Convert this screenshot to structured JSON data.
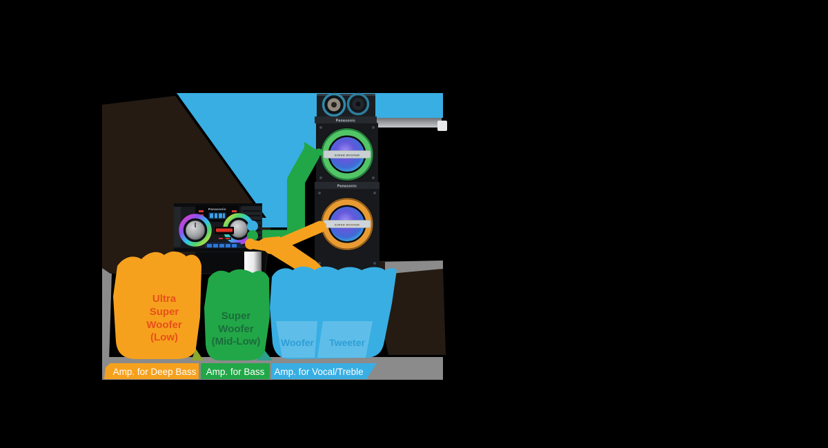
{
  "background_color": "#000000",
  "colors": {
    "vocal_treble_blue": "#38AEE3",
    "bass_green": "#21A747",
    "deep_bass_orange": "#F6A11D",
    "driver_panel_blue": "#5FBEE9",
    "panel_gray": "#8B8B8B",
    "silhouette": "#251B13",
    "low_text": "#E8501A",
    "mid_low_text": "#1C6B3C",
    "driver_text": "#2E9ED6",
    "amp_label_text": "#FFFFFF"
  },
  "devices": {
    "tower": {
      "top_bar_brand": "Panasonic",
      "mid_bar_brand": "Panasonic",
      "green_speaker_bar": "SUPER WOOFER",
      "orange_speaker_bar": "SUPER WOOFER"
    },
    "mini_system": {
      "brand": "Panasonic"
    }
  },
  "zones": [
    {
      "id": "low",
      "lines": [
        "Ultra",
        "Super",
        "Woofer",
        "(Low)"
      ],
      "amp_label": "Amp. for Deep Bass"
    },
    {
      "id": "mid-low",
      "lines": [
        "Super",
        "Woofer",
        "(Mid-Low)"
      ],
      "amp_label": "Amp. for Bass"
    },
    {
      "id": "vocal-treble",
      "drivers": [
        "Woofer",
        "Tweeter"
      ],
      "amp_label": "Amp. for Vocal/Treble"
    }
  ]
}
